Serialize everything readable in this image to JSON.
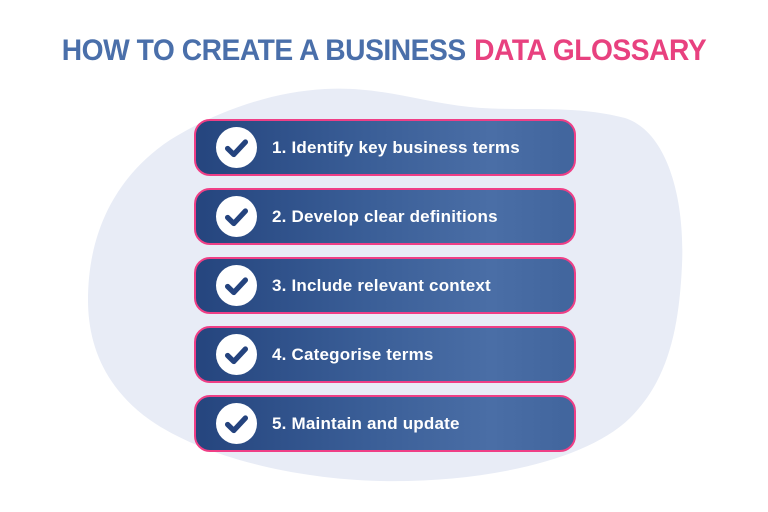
{
  "title": {
    "text_blue": "HOW TO CREATE A BUSINESS",
    "text_pink": "DATA GLOSSARY"
  },
  "steps": [
    {
      "label": "1. Identify key business terms"
    },
    {
      "label": "2. Develop clear definitions"
    },
    {
      "label": "3. Include relevant context"
    },
    {
      "label": "4. Categorise terms"
    },
    {
      "label": "5. Maintain and update"
    }
  ],
  "icons": {
    "step_icon": "check-icon"
  },
  "colors": {
    "background": "#ffffff",
    "blob": "#e8ecf6",
    "title_blue": "#4a6faa",
    "title_pink": "#e8417f",
    "card_border_pink": "#ef3f86",
    "card_gradient_left": "#25457e",
    "card_gradient_right": "#4a6ea6",
    "card_text": "#ffffff",
    "check_navy": "#24437e",
    "check_circle": "#ffffff"
  }
}
